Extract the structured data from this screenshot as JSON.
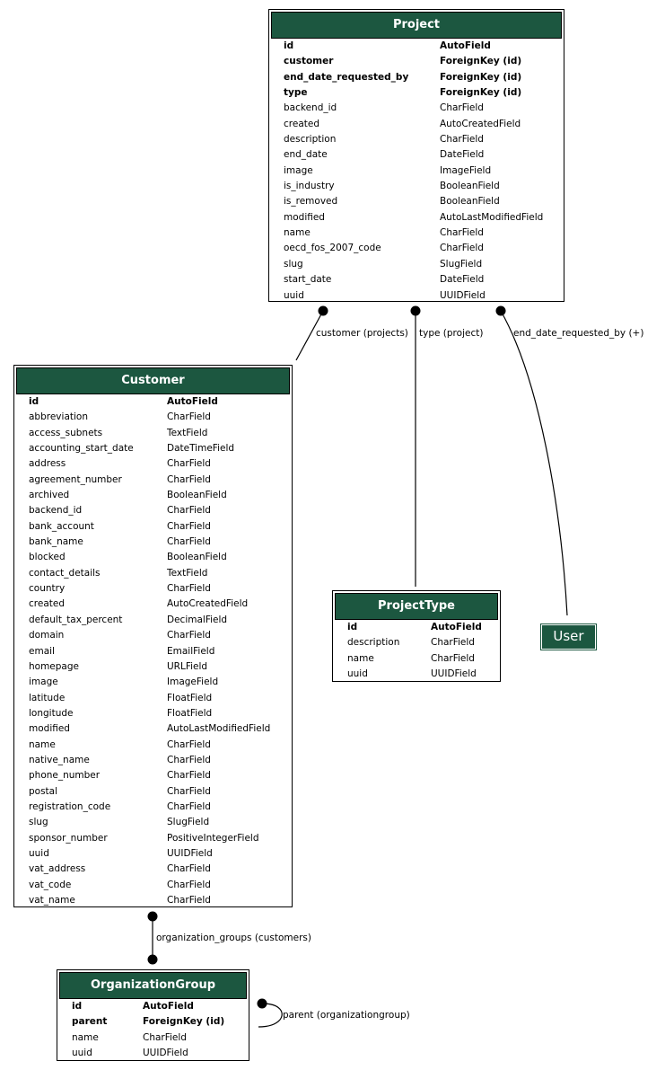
{
  "entities": {
    "project": {
      "name": "Project",
      "fields": [
        {
          "name": "id",
          "type": "AutoField",
          "bold": true
        },
        {
          "name": "customer",
          "type": "ForeignKey (id)",
          "bold": true
        },
        {
          "name": "end_date_requested_by",
          "type": "ForeignKey (id)",
          "bold": true
        },
        {
          "name": "type",
          "type": "ForeignKey (id)",
          "bold": true
        },
        {
          "name": "backend_id",
          "type": "CharField",
          "bold": false
        },
        {
          "name": "created",
          "type": "AutoCreatedField",
          "bold": false
        },
        {
          "name": "description",
          "type": "CharField",
          "bold": false
        },
        {
          "name": "end_date",
          "type": "DateField",
          "bold": false
        },
        {
          "name": "image",
          "type": "ImageField",
          "bold": false
        },
        {
          "name": "is_industry",
          "type": "BooleanField",
          "bold": false
        },
        {
          "name": "is_removed",
          "type": "BooleanField",
          "bold": false
        },
        {
          "name": "modified",
          "type": "AutoLastModifiedField",
          "bold": false
        },
        {
          "name": "name",
          "type": "CharField",
          "bold": false
        },
        {
          "name": "oecd_fos_2007_code",
          "type": "CharField",
          "bold": false
        },
        {
          "name": "slug",
          "type": "SlugField",
          "bold": false
        },
        {
          "name": "start_date",
          "type": "DateField",
          "bold": false
        },
        {
          "name": "uuid",
          "type": "UUIDField",
          "bold": false
        }
      ]
    },
    "customer": {
      "name": "Customer",
      "fields": [
        {
          "name": "id",
          "type": "AutoField",
          "bold": true
        },
        {
          "name": "abbreviation",
          "type": "CharField",
          "bold": false
        },
        {
          "name": "access_subnets",
          "type": "TextField",
          "bold": false
        },
        {
          "name": "accounting_start_date",
          "type": "DateTimeField",
          "bold": false
        },
        {
          "name": "address",
          "type": "CharField",
          "bold": false
        },
        {
          "name": "agreement_number",
          "type": "CharField",
          "bold": false
        },
        {
          "name": "archived",
          "type": "BooleanField",
          "bold": false
        },
        {
          "name": "backend_id",
          "type": "CharField",
          "bold": false
        },
        {
          "name": "bank_account",
          "type": "CharField",
          "bold": false
        },
        {
          "name": "bank_name",
          "type": "CharField",
          "bold": false
        },
        {
          "name": "blocked",
          "type": "BooleanField",
          "bold": false
        },
        {
          "name": "contact_details",
          "type": "TextField",
          "bold": false
        },
        {
          "name": "country",
          "type": "CharField",
          "bold": false
        },
        {
          "name": "created",
          "type": "AutoCreatedField",
          "bold": false
        },
        {
          "name": "default_tax_percent",
          "type": "DecimalField",
          "bold": false
        },
        {
          "name": "domain",
          "type": "CharField",
          "bold": false
        },
        {
          "name": "email",
          "type": "EmailField",
          "bold": false
        },
        {
          "name": "homepage",
          "type": "URLField",
          "bold": false
        },
        {
          "name": "image",
          "type": "ImageField",
          "bold": false
        },
        {
          "name": "latitude",
          "type": "FloatField",
          "bold": false
        },
        {
          "name": "longitude",
          "type": "FloatField",
          "bold": false
        },
        {
          "name": "modified",
          "type": "AutoLastModifiedField",
          "bold": false
        },
        {
          "name": "name",
          "type": "CharField",
          "bold": false
        },
        {
          "name": "native_name",
          "type": "CharField",
          "bold": false
        },
        {
          "name": "phone_number",
          "type": "CharField",
          "bold": false
        },
        {
          "name": "postal",
          "type": "CharField",
          "bold": false
        },
        {
          "name": "registration_code",
          "type": "CharField",
          "bold": false
        },
        {
          "name": "slug",
          "type": "SlugField",
          "bold": false
        },
        {
          "name": "sponsor_number",
          "type": "PositiveIntegerField",
          "bold": false
        },
        {
          "name": "uuid",
          "type": "UUIDField",
          "bold": false
        },
        {
          "name": "vat_address",
          "type": "CharField",
          "bold": false
        },
        {
          "name": "vat_code",
          "type": "CharField",
          "bold": false
        },
        {
          "name": "vat_name",
          "type": "CharField",
          "bold": false
        }
      ]
    },
    "projecttype": {
      "name": "ProjectType",
      "fields": [
        {
          "name": "id",
          "type": "AutoField",
          "bold": true
        },
        {
          "name": "description",
          "type": "CharField",
          "bold": false
        },
        {
          "name": "name",
          "type": "CharField",
          "bold": false
        },
        {
          "name": "uuid",
          "type": "UUIDField",
          "bold": false
        }
      ]
    },
    "organizationgroup": {
      "name": "OrganizationGroup",
      "fields": [
        {
          "name": "id",
          "type": "AutoField",
          "bold": true
        },
        {
          "name": "parent",
          "type": "ForeignKey (id)",
          "bold": true
        },
        {
          "name": "name",
          "type": "CharField",
          "bold": false
        },
        {
          "name": "uuid",
          "type": "UUIDField",
          "bold": false
        }
      ]
    }
  },
  "user": {
    "label": "User"
  },
  "relations": {
    "customer": "customer (projects)",
    "type": "type (project)",
    "end_date_requested_by": "end_date_requested_by (+)",
    "organization_groups": "organization_groups (customers)",
    "parent": "parent (organizationgroup)"
  },
  "colors": {
    "header": "#1c5740",
    "header_text": "#ffffff",
    "border": "#000000"
  }
}
